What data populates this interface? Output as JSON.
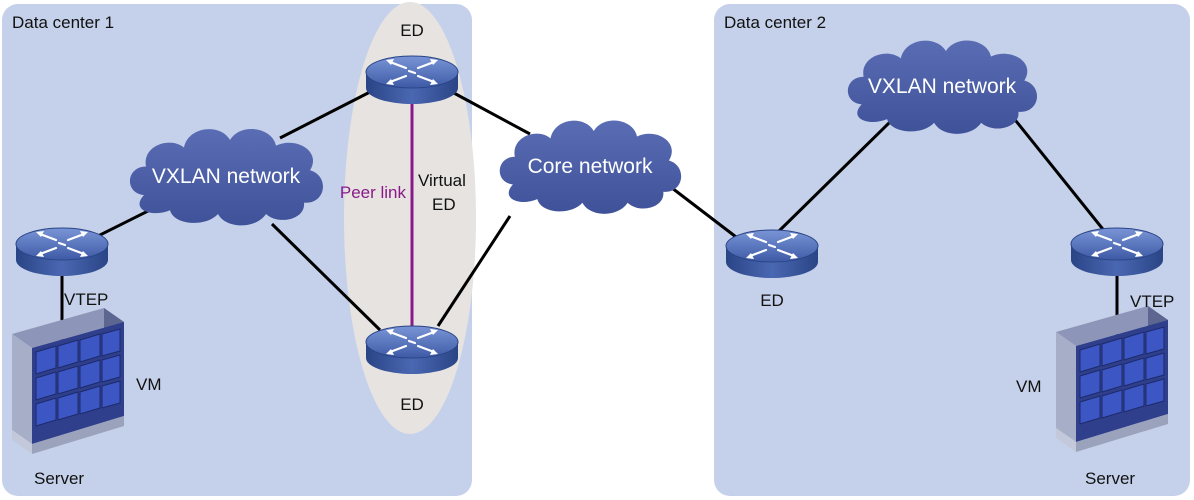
{
  "datacenters": [
    {
      "label": "Data center 1"
    },
    {
      "label": "Data center 2"
    }
  ],
  "clouds": {
    "dc1_vxlan": "VXLAN network",
    "core": "Core network",
    "dc2_vxlan": "VXLAN network"
  },
  "devices": {
    "dc1_ed_top": "ED",
    "dc1_ed_bottom": "ED",
    "dc1_vtep": "VTEP",
    "dc2_ed": "ED",
    "dc2_vtep": "VTEP"
  },
  "servers": {
    "dc1_vm": "VM",
    "dc1_server": "Server",
    "dc2_vm": "VM",
    "dc2_server": "Server"
  },
  "labels": {
    "peer_link": "Peer link",
    "virtual_ed_line1": "Virtual",
    "virtual_ed_line2": "ED"
  },
  "colors": {
    "datacenter_bg": "#c5d1ea",
    "cloud": "#4b5ea6",
    "router_top": "#5a78c4",
    "router_side": "#34508f",
    "link": "#000000",
    "peer_link": "#8a1a8a",
    "virtual_ed_ellipse": "#e6e3e1"
  }
}
